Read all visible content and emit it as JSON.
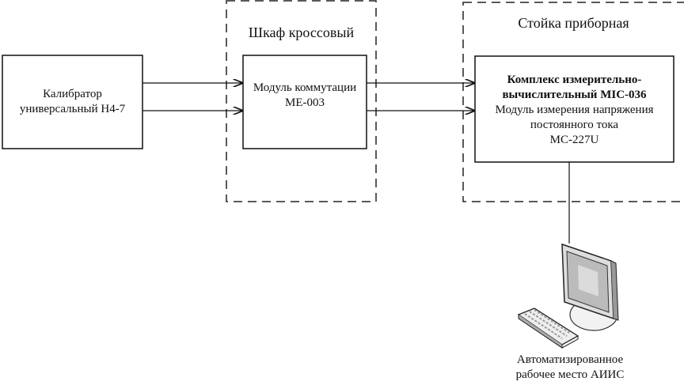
{
  "groups": {
    "cross_cabinet": "Шкаф кроссовый",
    "instrument_rack": "Стойка приборная"
  },
  "blocks": {
    "calibrator": [
      "Калибратор",
      "универсальный Н4-7"
    ],
    "switch_module": [
      "Модуль коммутации",
      "МЕ-003"
    ],
    "mic": {
      "title_line1": "Комплекс измерительно-",
      "title_line2": "вычислительный MIC-036",
      "line3": "Модуль измерения напряжения",
      "line4": "постоянного тока",
      "line5": "МС-227U"
    },
    "workstation": [
      "Автоматизированное",
      "рабочее место АИИС"
    ]
  }
}
